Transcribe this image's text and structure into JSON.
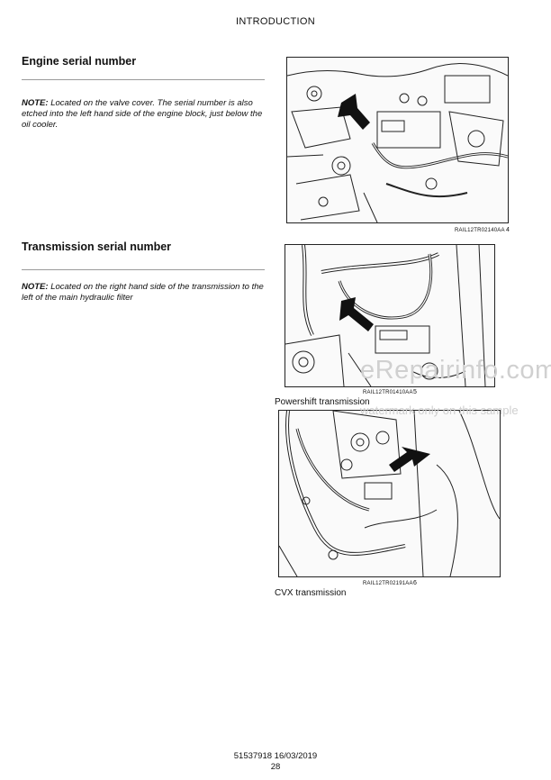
{
  "header": {
    "title": "INTRODUCTION"
  },
  "sections": [
    {
      "heading": "Engine serial number",
      "note_label": "NOTE:",
      "note_text": " Located on the valve cover.  The serial number is also etched into the left hand side of the engine block, just below the oil cooler."
    },
    {
      "heading": "Transmission serial number",
      "note_label": "NOTE:",
      "note_text": " Located on the right hand side of the transmission to the left of the main hydraulic filter"
    }
  ],
  "figures": [
    {
      "ref": "RAIL12TR02140AA",
      "number": "4",
      "caption": ""
    },
    {
      "ref": "RAIL12TR01410AA",
      "number": "5",
      "caption": "Powershift transmission"
    },
    {
      "ref": "RAIL12TR02191AA",
      "number": "6",
      "caption": "CVX transmission"
    }
  ],
  "watermark": {
    "site": "eRepairinfo.com",
    "notice": "watermark only on this sample"
  },
  "footer": {
    "doc": "51537918 16/03/2019",
    "page": "28"
  }
}
